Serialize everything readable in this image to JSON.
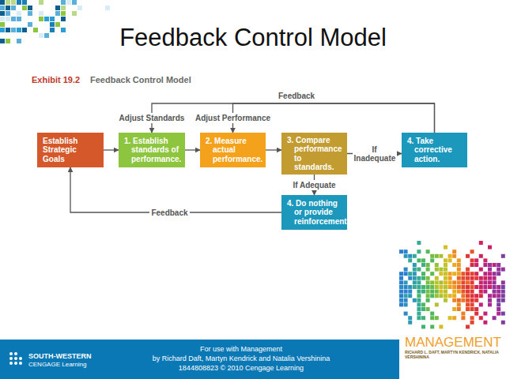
{
  "diagram": {
    "title": "Feedback Control Model",
    "nodes": [
      {
        "text": [
          "Establish Strategic Goals"
        ]
      },
      {
        "text": [
          "1. Establish standards of performance."
        ]
      },
      {
        "text": [
          "2. Measure actual performance."
        ]
      },
      {
        "text": [
          "3. Compare performance to standards."
        ]
      },
      {
        "text": [
          "4. Take corrective action."
        ]
      },
      {
        "text": [
          "4. Do nothing or provide reinforcement."
        ]
      }
    ],
    "edges": [
      {
        "from": 0,
        "to": 1,
        "arrow": "to"
      },
      {
        "from": 1,
        "to": 2,
        "arrow": "to"
      },
      {
        "from": 2,
        "to": 3,
        "arrow": "to"
      },
      {
        "from": 3,
        "to": 4,
        "label": "If Inadequate",
        "arrow": "to"
      },
      {
        "from": 3,
        "to": 5,
        "label": "If Adequate",
        "arrow": "to"
      },
      {
        "from": 4,
        "to": 1,
        "label": "Adjust Standards",
        "arrow": "to"
      },
      {
        "from": 4,
        "to": 2,
        "label": "Adjust Performance",
        "arrow": "to"
      },
      {
        "from": 5,
        "to": 0,
        "label": "Feedback",
        "arrow": "to"
      }
    ],
    "labels": [
      "Exhibit 19.2",
      "Feedback Control Model",
      "Feedback",
      "SOUTH-WESTERN",
      "CENGAGE Learning",
      "For use with Management",
      "by Richard Daft, Martyn Kendrick and Natalia Vershinina",
      "1844808823 © 2010 Cengage Learning",
      "MANAGEMENT",
      "RICHARD L. DAFT, MARTYN KENDRICK, NATALIA VERSHININA"
    ]
  }
}
